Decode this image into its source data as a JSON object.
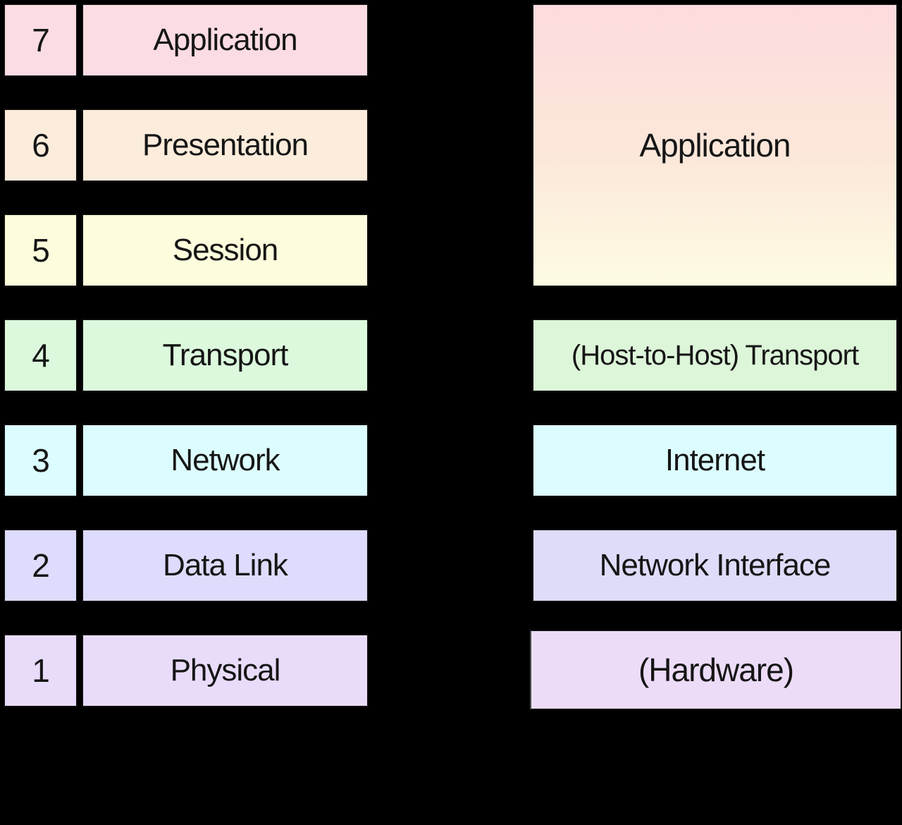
{
  "background": "#000000",
  "text_color": "#161616",
  "osi": {
    "rows": [
      {
        "number": "7",
        "label": "Application",
        "color": "#fbdce2"
      },
      {
        "number": "6",
        "label": "Presentation",
        "color": "#fcecdb"
      },
      {
        "number": "5",
        "label": "Session",
        "color": "#fdfcdc"
      },
      {
        "number": "4",
        "label": "Transport",
        "color": "#dcf9dd"
      },
      {
        "number": "3",
        "label": "Network",
        "color": "#dcfdff"
      },
      {
        "number": "2",
        "label": "Data Link",
        "color": "#dddcfc"
      },
      {
        "number": "1",
        "label": "Physical",
        "color": "#e9dcfb"
      }
    ]
  },
  "tcpip": {
    "boxes": [
      {
        "label": "Application",
        "color_top": "#fcdbdd",
        "color_mid": "#fce8da",
        "color_bottom": "#fdfce2"
      },
      {
        "label": "(Host-to-Host) Transport",
        "color": "#ddf5d9"
      },
      {
        "label": "Internet",
        "color": "#dcfdff"
      },
      {
        "label": "Network Interface",
        "color": "#dedcf8"
      },
      {
        "label": "(Hardware)",
        "color": "#ecdcf8"
      }
    ]
  }
}
